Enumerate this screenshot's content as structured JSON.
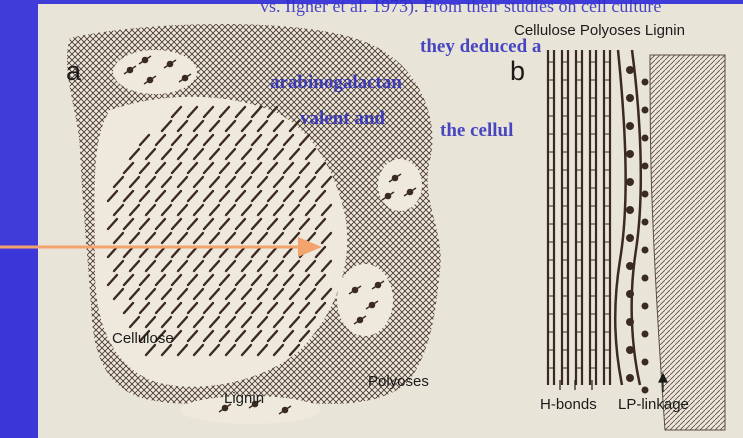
{
  "background_color": "#3b36d8",
  "figure_color": "#e9e4d8",
  "ink_color": "#3a2a22",
  "arrow_color": "#f3a46e",
  "background_text": [
    "vs. Ilgner et al. 1973). From their studies on cell culture",
    "they deduced a",
    "arabinogalactan",
    "valent and",
    "the cellul"
  ],
  "panel_a": {
    "letter": "a",
    "labels": {
      "cellulose": "Cellulose",
      "polyoses": "Polyoses",
      "lignin": "Lignin"
    }
  },
  "panel_b": {
    "letter": "b",
    "header": "Cellulose Polyoses Lignin",
    "labels": {
      "h_bonds": "H-bonds",
      "lp_linkage": "LP-linkage"
    }
  }
}
